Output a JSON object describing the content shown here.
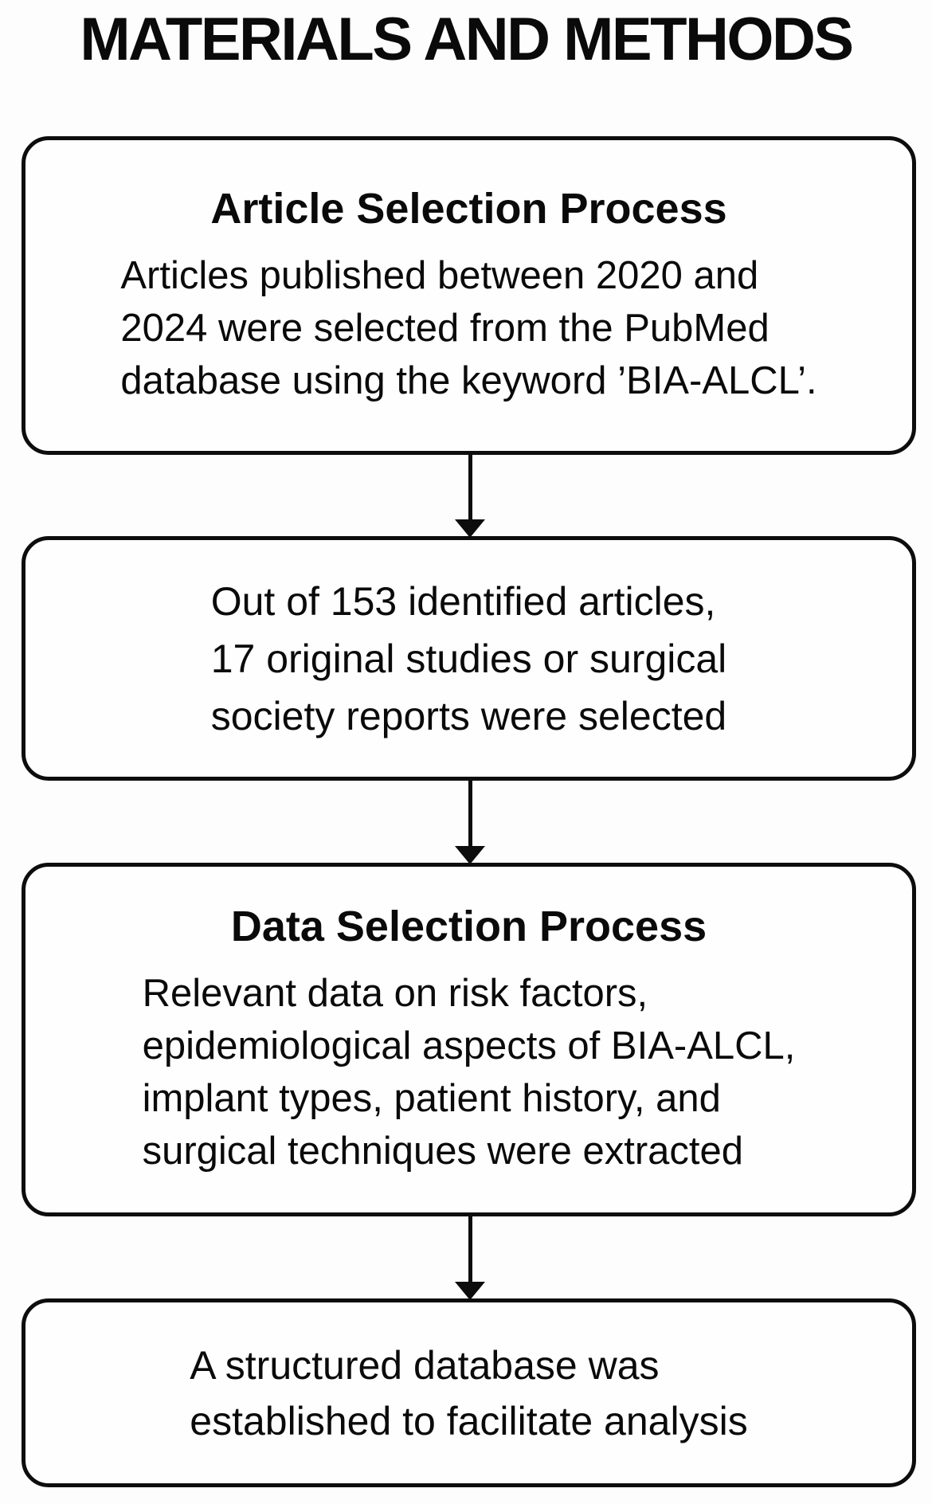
{
  "title": "MATERIALS AND METHODS",
  "flowchart": {
    "boxes": [
      {
        "header": "Article Selection Process",
        "body": "Articles published between 2020 and\n2024 were selected from the PubMed\ndatabase using the keyword ’BIA-ALCL’."
      },
      {
        "header": "",
        "body": "Out of 153 identified articles,\n17 original studies or surgical\nsociety reports were selected"
      },
      {
        "header": "Data Selection Process",
        "body": "Relevant data on risk factors,\nepidemiological aspects of BIA-ALCL,\nimplant types, patient history, and\nsurgical techniques were extracted"
      },
      {
        "header": "",
        "body": "A structured database was\nestablished to facilitate analysis"
      }
    ],
    "colors": {
      "border": "#0d0d0d",
      "background": "#fefefe",
      "text": "#0a0a0a"
    }
  }
}
